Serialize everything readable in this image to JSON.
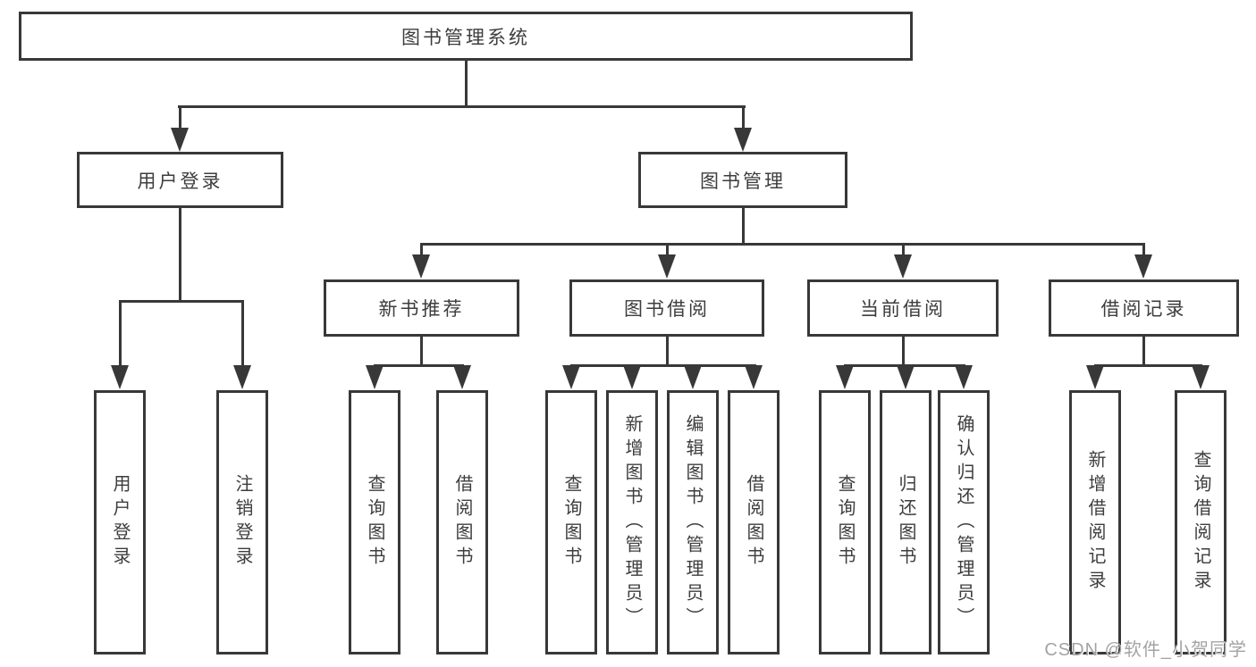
{
  "colors": {
    "line": "#383838",
    "text": "#3d3d3d",
    "background": "#ffffff",
    "watermark": "#a3a3a3"
  },
  "watermark": "CSDN @软件_小贺同学",
  "tree": {
    "root": "图书管理系统",
    "user": {
      "label": "用户登录",
      "leaves": [
        "用户登录",
        "注销登录"
      ]
    },
    "book": {
      "label": "图书管理",
      "sections": [
        {
          "label": "新书推荐",
          "leaves": [
            "查询图书",
            "借阅图书"
          ]
        },
        {
          "label": "图书借阅",
          "leaves": [
            "查询图书",
            "新增图书（管理员）",
            "编辑图书（管理员）",
            "借阅图书"
          ]
        },
        {
          "label": "当前借阅",
          "leaves": [
            "查询图书",
            "归还图书",
            "确认归还（管理员）"
          ]
        },
        {
          "label": "借阅记录",
          "leaves": [
            "新增借阅记录",
            "查询借阅记录"
          ]
        }
      ]
    }
  }
}
